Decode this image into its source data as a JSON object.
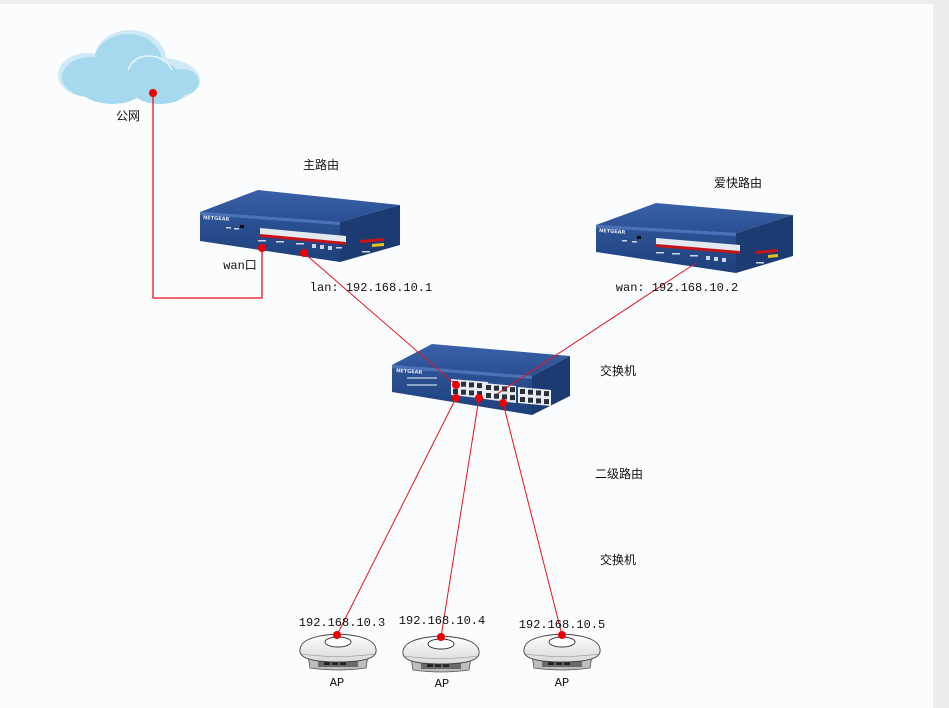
{
  "diagram": {
    "title": "network topology",
    "colors": {
      "link": "#e8141c",
      "dot": "#ee0000",
      "device_blue": "#2c4f8f",
      "cloud": "#a6d8ee",
      "background": "#fbfcfd"
    },
    "nodes": {
      "internet": {
        "label": "公网",
        "icon": "cloud-icon"
      },
      "main_router": {
        "label": "主路由",
        "icon": "router-icon",
        "brand": "NETGEAR"
      },
      "ikuai_router": {
        "label": "爱快路由",
        "icon": "router-icon",
        "brand": "NETGEAR"
      },
      "switch": {
        "label": "交换机",
        "icon": "switch-icon",
        "brand": "NETGEAR"
      },
      "secondary_router_note": {
        "label": "二级路由"
      },
      "switch_note": {
        "label": "交换机"
      },
      "aps": [
        {
          "ip": "192.168.10.3",
          "label": "AP",
          "icon": "access-point-icon"
        },
        {
          "ip": "192.168.10.4",
          "label": "AP",
          "icon": "access-point-icon"
        },
        {
          "ip": "192.168.10.5",
          "label": "AP",
          "icon": "access-point-icon"
        }
      ]
    },
    "port_labels": {
      "main_wan": "wan口",
      "main_lan": "lan: 192.168.10.1",
      "ikuai_wan": "wan: 192.168.10.2"
    },
    "links": [
      {
        "from": "internet",
        "to": "main_router.wan"
      },
      {
        "from": "main_router.lan",
        "to": "switch"
      },
      {
        "from": "ikuai_router.wan",
        "to": "switch"
      },
      {
        "from": "switch",
        "to": "ap1"
      },
      {
        "from": "switch",
        "to": "ap2"
      },
      {
        "from": "switch",
        "to": "ap3"
      }
    ]
  }
}
